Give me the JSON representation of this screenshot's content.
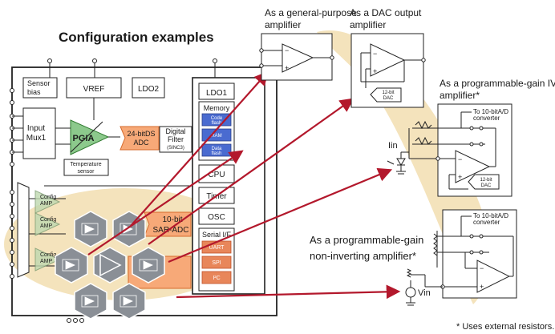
{
  "title": "Configuration examples",
  "blocks": {
    "sensor_bias": [
      "Sensor",
      "bias"
    ],
    "vref": "VREF",
    "ldo2": "LDO2",
    "ldo1": "LDO1",
    "input_mux": [
      "Input",
      "Mux1"
    ],
    "pgia": "PGIA",
    "adc24": [
      "24-bitDS",
      "ADC"
    ],
    "digital_filter": [
      "Digital",
      "Filter",
      "(SINC3)"
    ],
    "temp_sensor": [
      "Temperature",
      "sensor"
    ],
    "memory": "Memory",
    "memory_items": [
      [
        "Code",
        "flash"
      ],
      [
        "RAM"
      ],
      [
        "Data",
        "flash"
      ]
    ],
    "cpu": "CPU",
    "timer": "Timer",
    "osc": "OSC",
    "serial": "Serial I/F",
    "serial_items": [
      "UART",
      "SPI",
      "I²C"
    ],
    "config_amp": [
      "Config",
      "AMP"
    ],
    "sar_adc": [
      "10-bit",
      "SAR-ADC"
    ]
  },
  "examples": {
    "general_purpose": [
      "As a general-purpose",
      "amplifier"
    ],
    "dac_output": [
      "As a DAC output",
      "amplifier"
    ],
    "pgain_iv": [
      "As a programmable-gain IV",
      "amplifier*"
    ],
    "pgain_noninv": [
      "As a programmable-gain",
      "non-inverting amplifier*"
    ],
    "to_adc": [
      "To 10-bitA/D",
      "converter"
    ],
    "dac12": [
      "12-bit",
      "DAC"
    ],
    "iin": "Iin",
    "vin": "Vin"
  },
  "footnote": "* Uses external resistors.",
  "colors": {
    "arrow": "#b3182c",
    "accent_orange": "#f7a978",
    "band": "#f2deb0",
    "pgia": "#8cc98c",
    "memory": "#4a6bd0"
  }
}
